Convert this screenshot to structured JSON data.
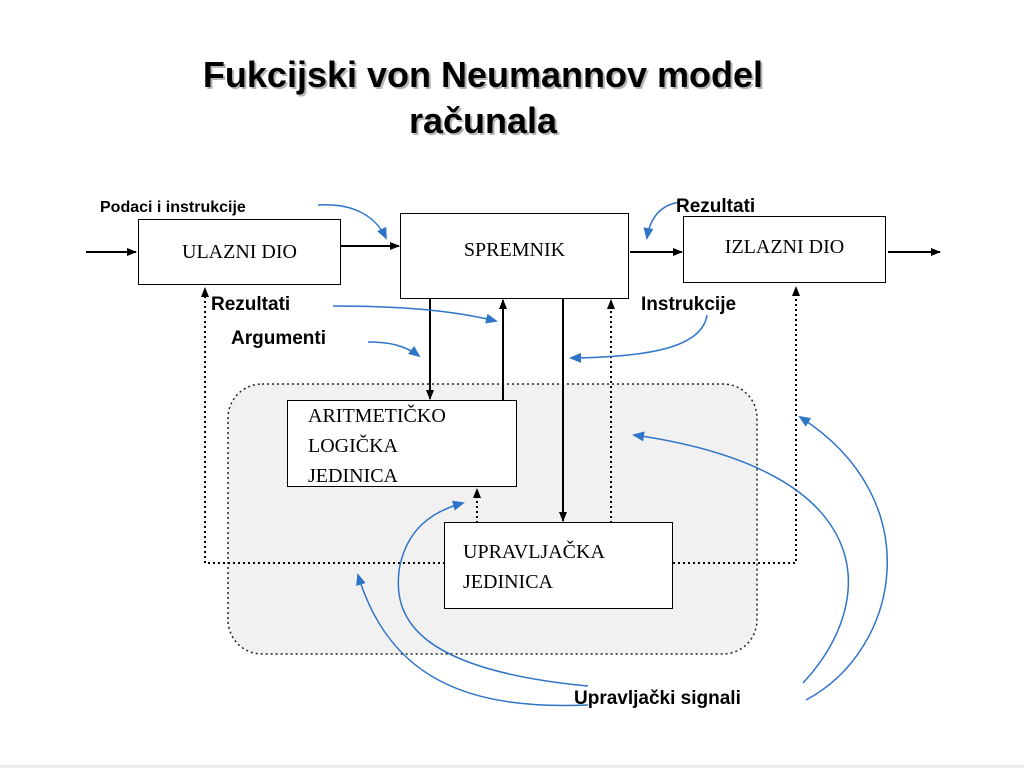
{
  "title": {
    "line1": "Fukcijski von Neumannov model",
    "line2": "računala"
  },
  "boxes": {
    "input": "ULAZNI DIO",
    "memory": "SPREMNIK",
    "output": "IZLAZNI DIO",
    "alu": [
      "ARITMETIČKO",
      "LOGIČKA",
      "JEDINICA"
    ],
    "control": [
      "UPRAVLJAČKA",
      "JEDINICA"
    ]
  },
  "labels": {
    "data_instructions": "Podaci i instrukcije",
    "results_top": "Rezultati",
    "results_left": "Rezultati",
    "arguments": "Argumenti",
    "instructions": "Instrukcije",
    "control_signals": "Upravljački signali"
  },
  "colors": {
    "callout_arrow": "#2e74c7",
    "cpu_region_fill": "#f1f1f1",
    "title_shadow": "#b5b5b5"
  }
}
